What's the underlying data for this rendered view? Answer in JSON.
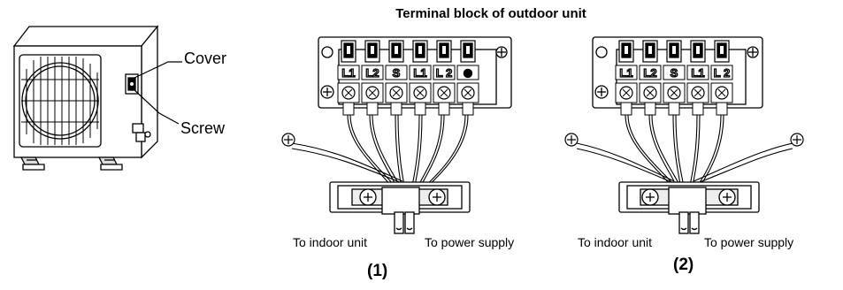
{
  "title": "Terminal block of outdoor unit",
  "outdoor_unit": {
    "cover_label": "Cover",
    "screw_label": "Screw"
  },
  "diagram1": {
    "number": "(1)",
    "terminals": [
      "L1",
      "L2",
      "S",
      "L1",
      "L 2",
      "⊜"
    ],
    "indoor_label": "To indoor unit",
    "power_label": "To power supply"
  },
  "diagram2": {
    "number": "(2)",
    "terminals": [
      "L1",
      "L2",
      "S",
      "L1",
      "L 2"
    ],
    "indoor_label": "To indoor unit",
    "power_label": "To power supply"
  },
  "colors": {
    "line": "#000000",
    "fill": "#ffffff",
    "shade": "#cfcfcf"
  }
}
